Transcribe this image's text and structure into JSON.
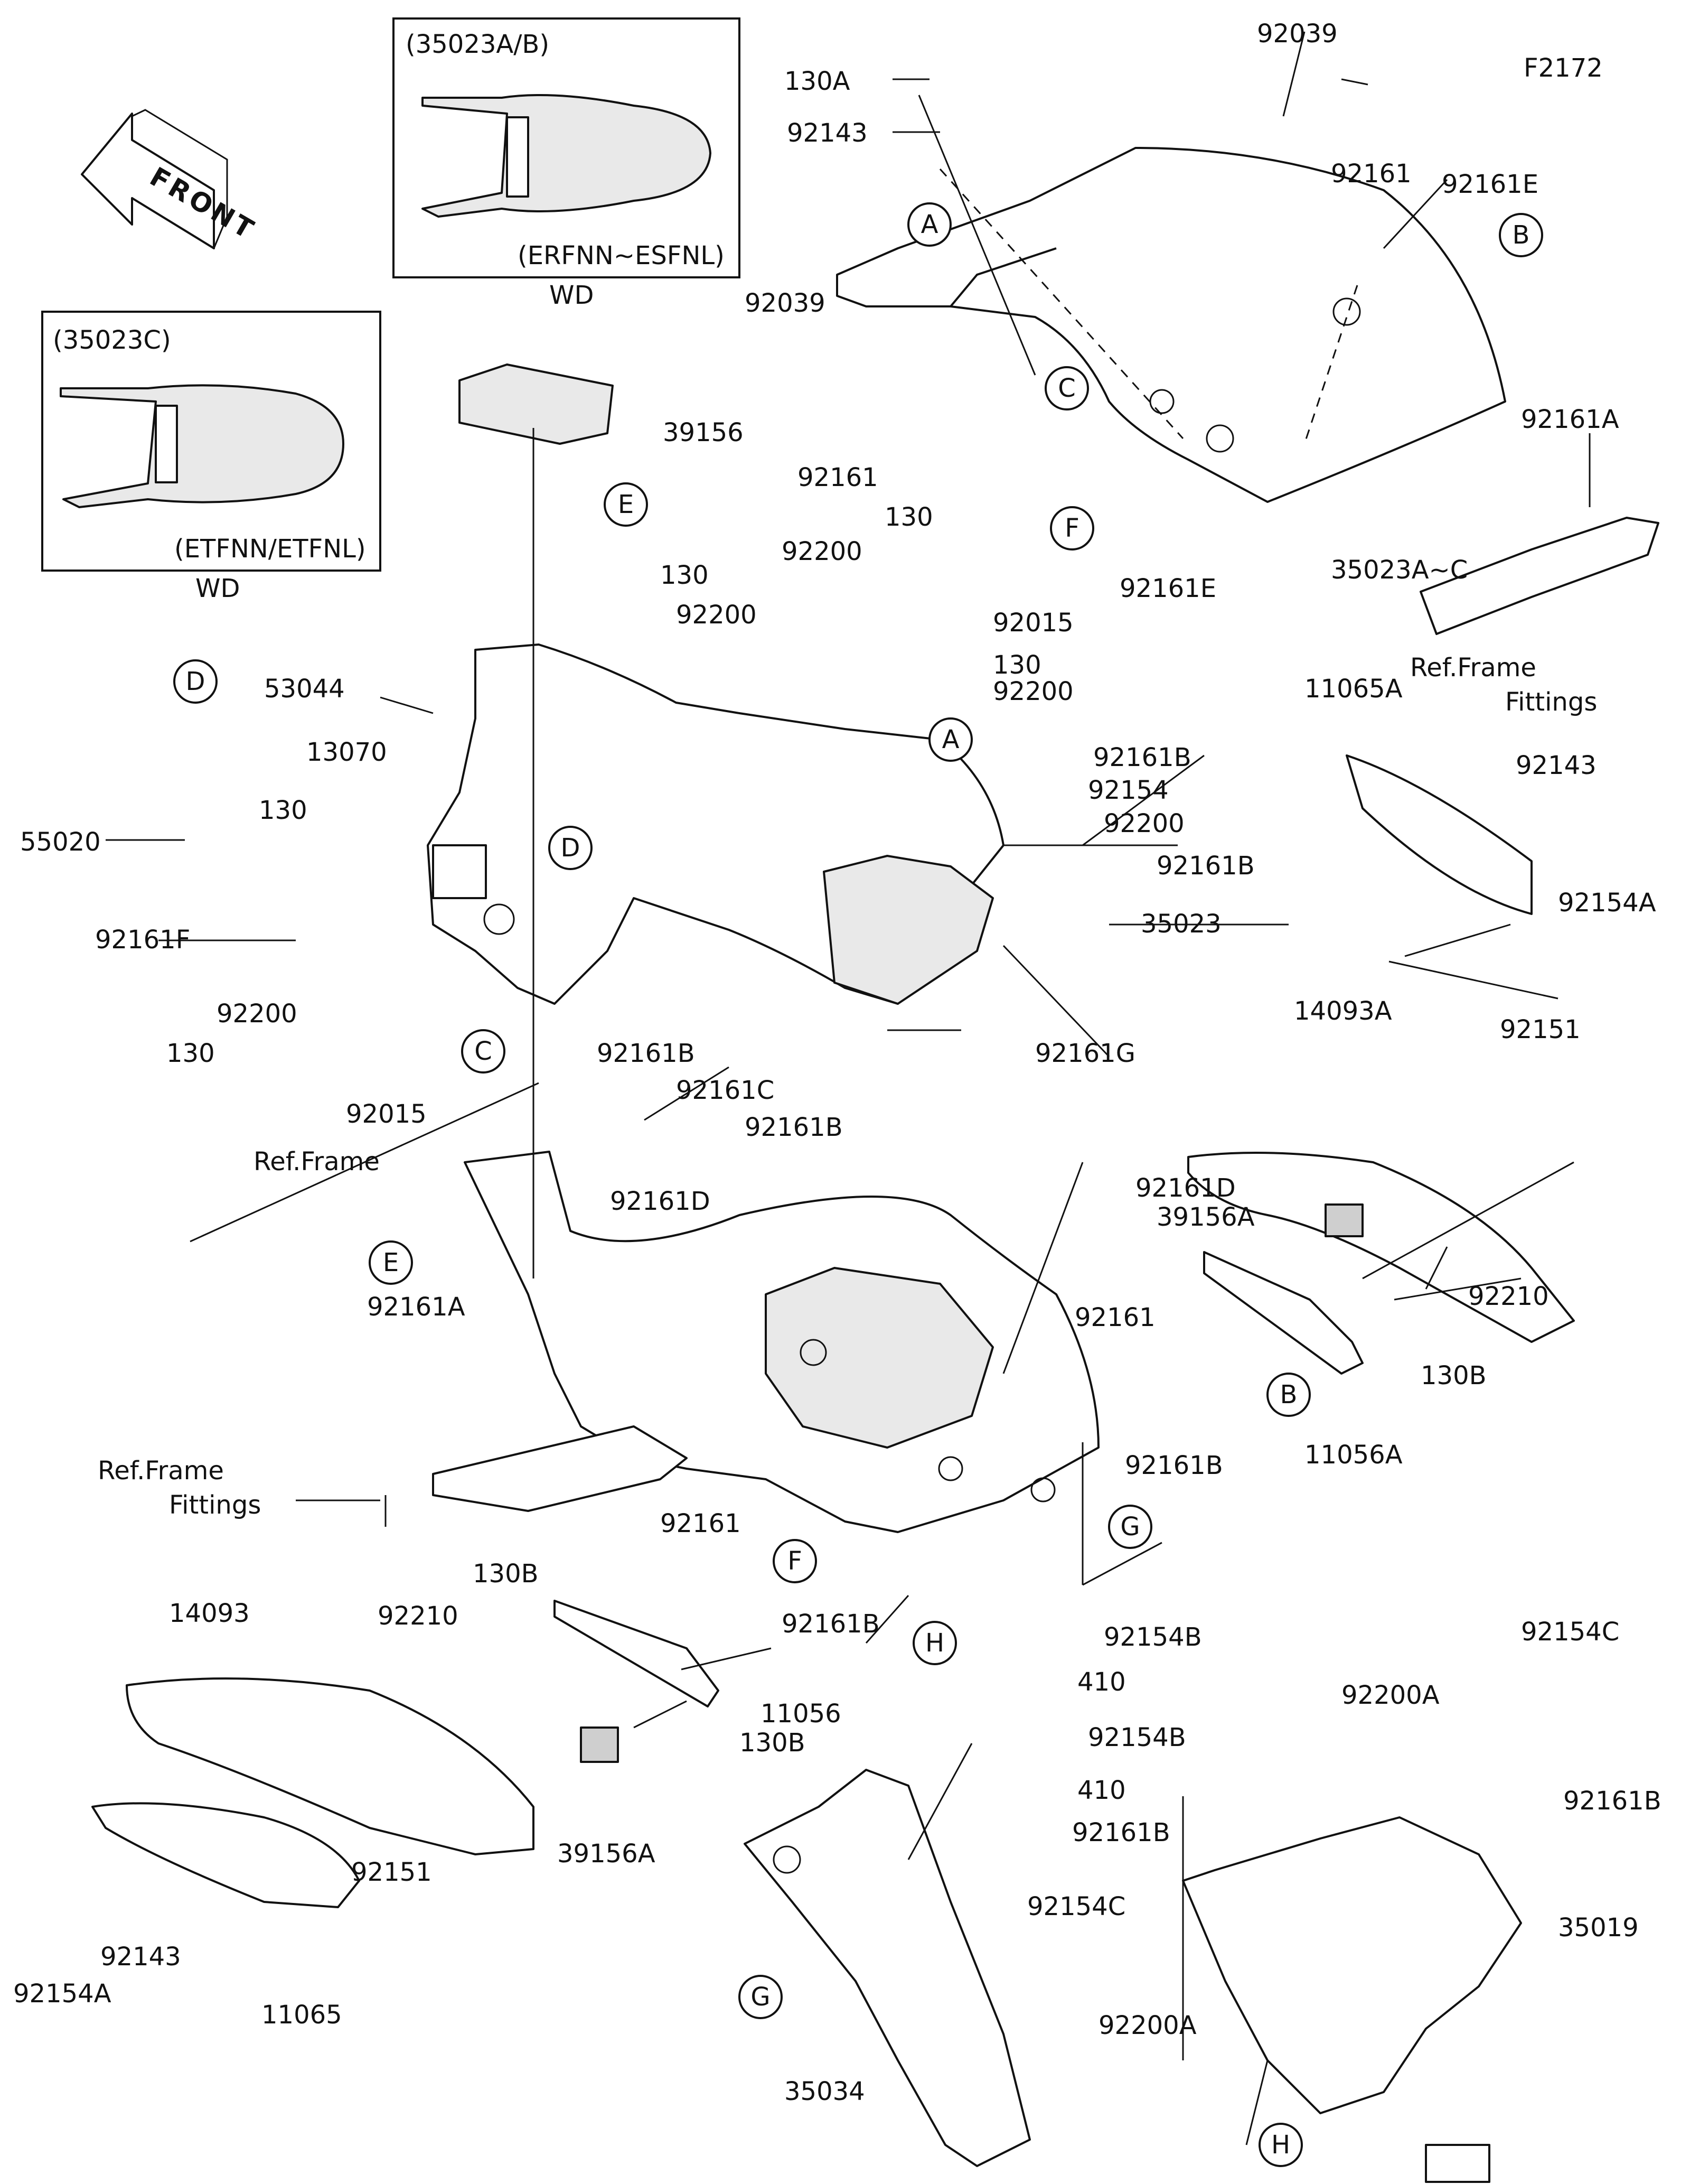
{
  "diagram_code": "F2172",
  "front_arrow": {
    "label": "FRONT",
    "icon": "front-direction-arrow-icon"
  },
  "variants": [
    {
      "id": "v1",
      "header": "(35023A/B)",
      "models": "(ERFNN~ESFNL)",
      "note": "WD"
    },
    {
      "id": "v2",
      "header": "(35023C)",
      "models": "(ETFNN/ETFNL)",
      "note": "WD"
    }
  ],
  "callouts": [
    "A",
    "B",
    "C",
    "D",
    "E",
    "F",
    "G",
    "H"
  ],
  "part_labels": [
    "130A",
    "92143",
    "92039",
    "92161",
    "92161E",
    "92039",
    "92161",
    "92161E",
    "35023A~C",
    "92161A",
    "39156",
    "130",
    "92200",
    "130",
    "92200",
    "92015",
    "130",
    "92200",
    "53044",
    "13070",
    "55020",
    "130",
    "92161F",
    "92161B",
    "92154",
    "92200",
    "92161B",
    "35023",
    "11065A",
    "92143",
    "92154A",
    "92200",
    "130",
    "92015",
    "92161B",
    "92161C",
    "92161B",
    "92161G",
    "14093A",
    "92151",
    "39156A",
    "92210",
    "92161D",
    "92161D",
    "92161",
    "130B",
    "11056A",
    "92161A",
    "92161B",
    "92161",
    "130B",
    "11056",
    "130B",
    "92161B",
    "14093",
    "92210",
    "39156A",
    "92151",
    "92143",
    "92154A",
    "11065",
    "92154B",
    "410",
    "92154B",
    "410",
    "92154C",
    "92200A",
    "92161B",
    "92161B",
    "35019",
    "92154C",
    "92200A",
    "35034"
  ],
  "reference_labels": [
    {
      "line1": "Ref.Frame",
      "line2": "Fittings"
    },
    {
      "line1": "Ref.Frame",
      "line2": ""
    },
    {
      "line1": "Ref.Frame",
      "line2": "Fittings"
    }
  ]
}
